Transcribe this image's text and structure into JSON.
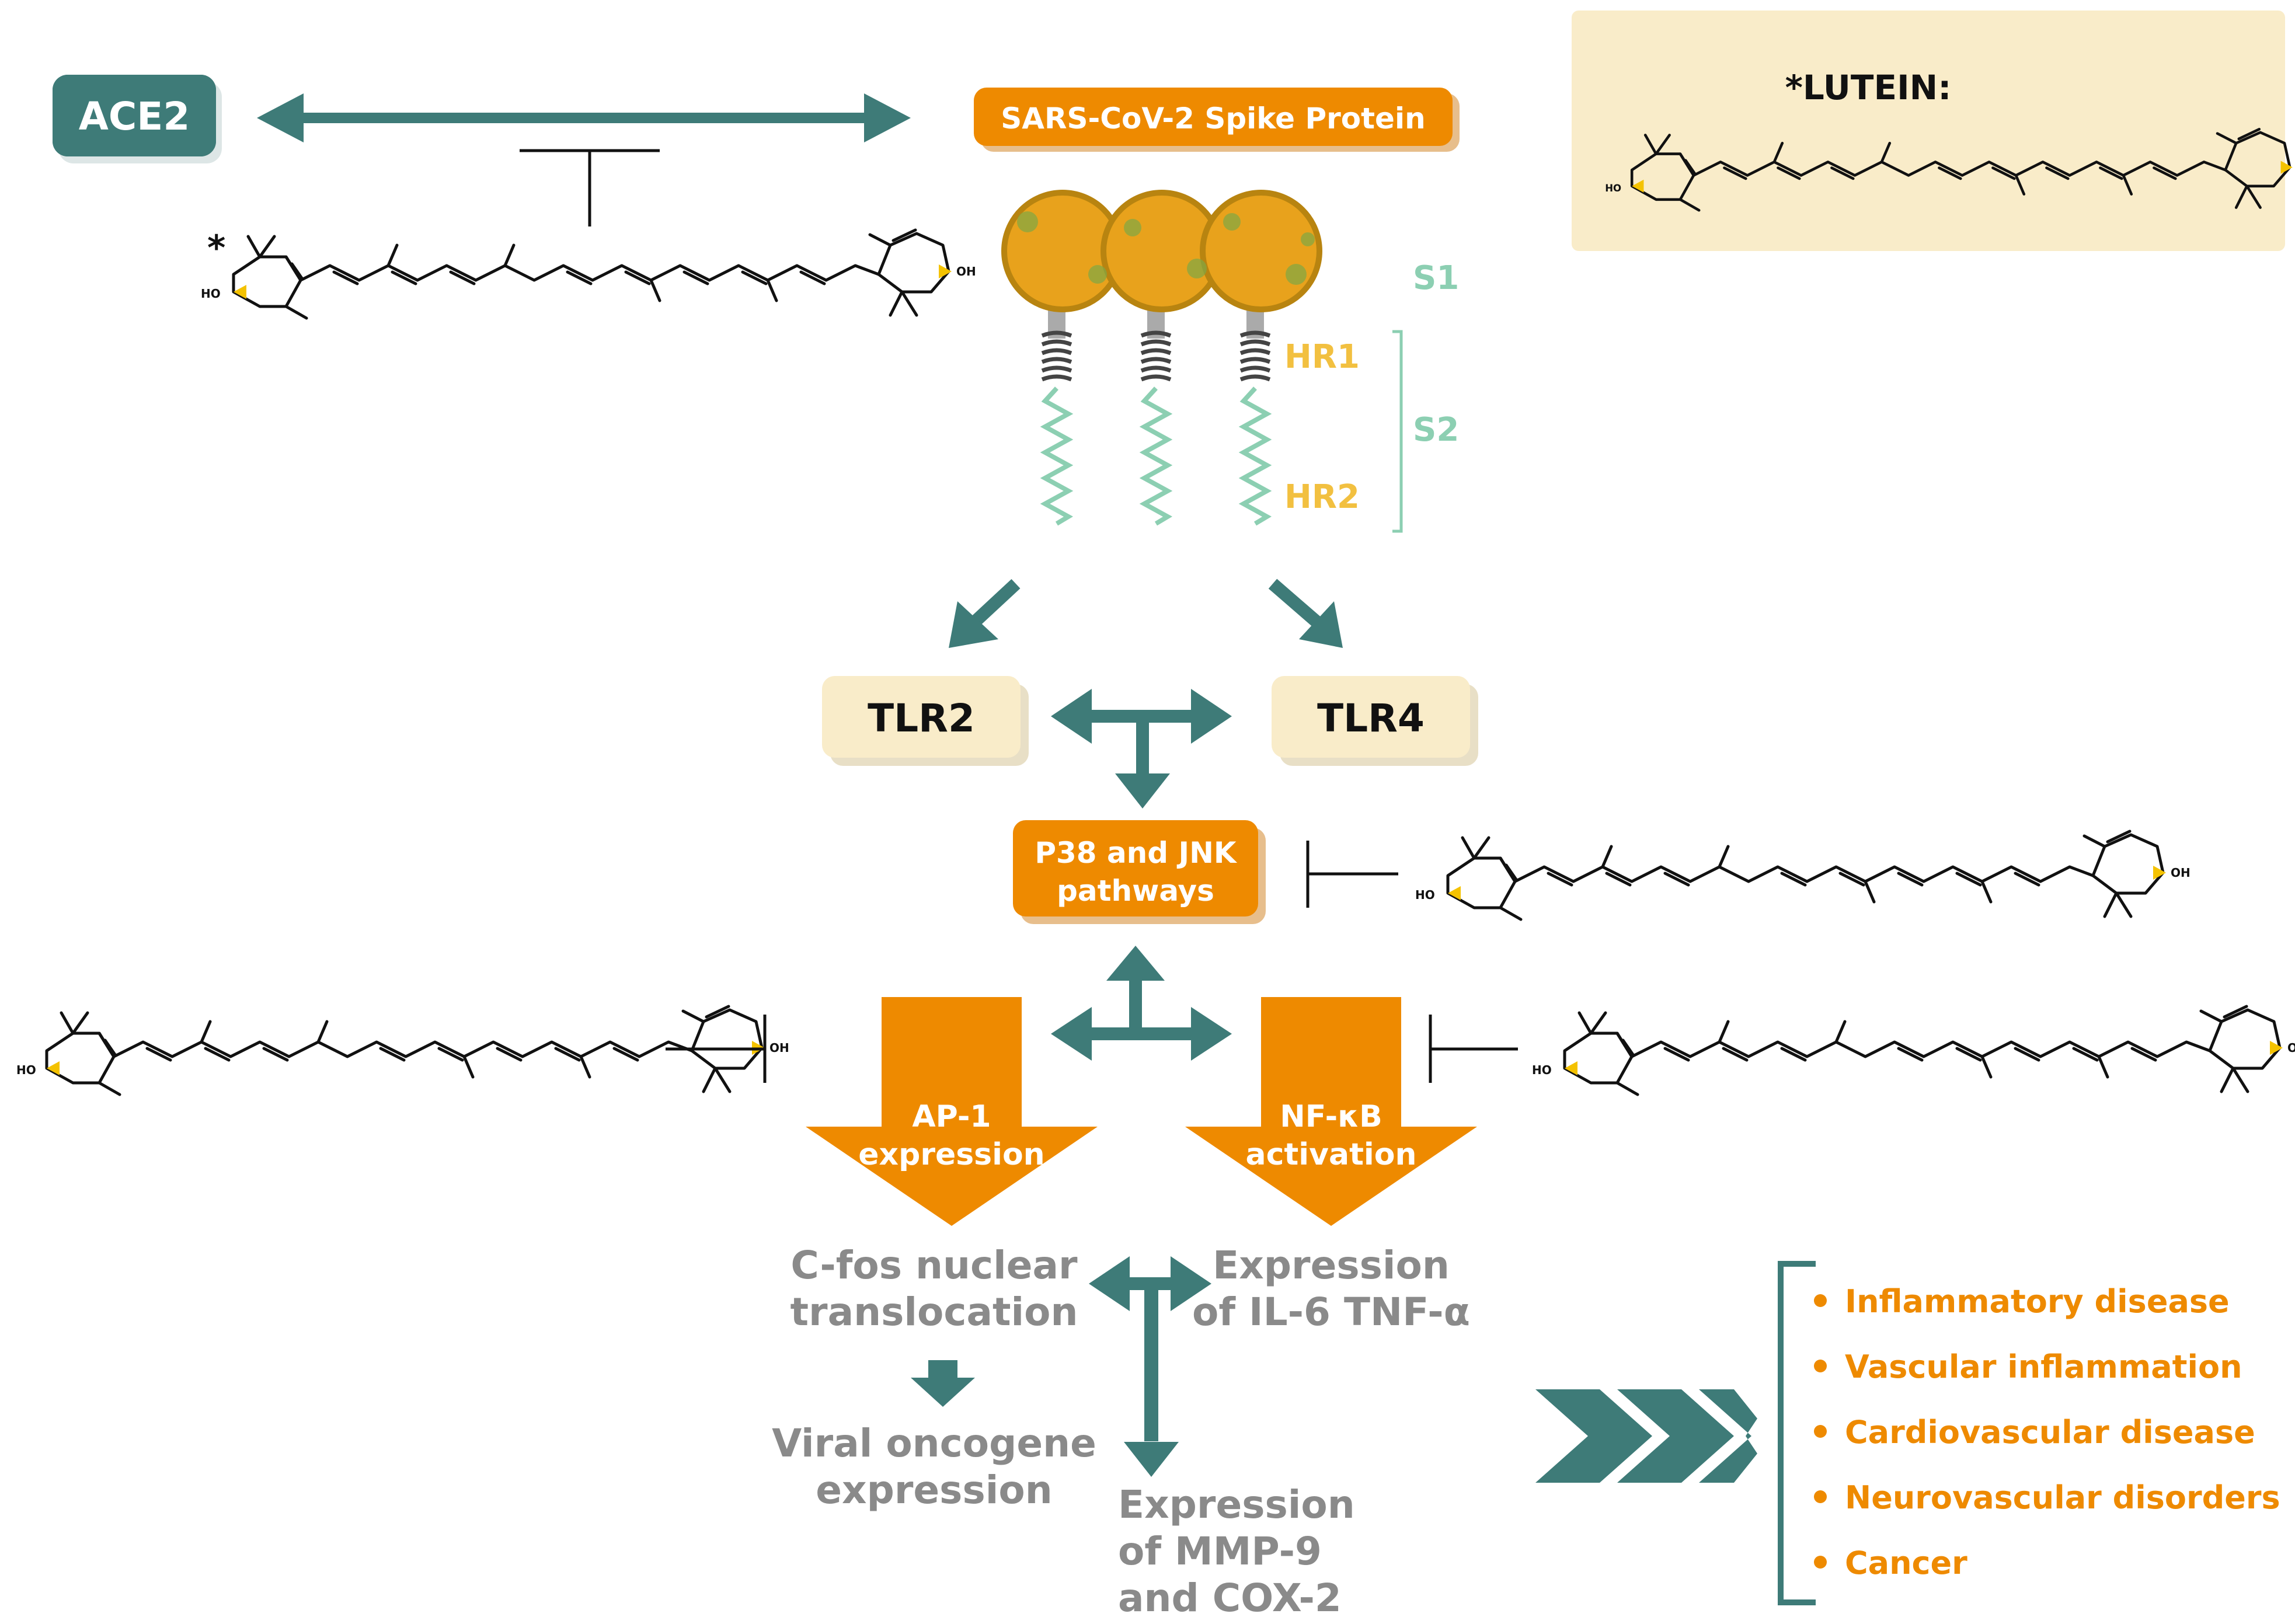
{
  "nodes": {
    "ace2": "ACE2",
    "spike": "SARS-CoV-2 Spike Protein",
    "tlr2": "TLR2",
    "tlr4": "TLR4",
    "p38_line1": "P38 and JNK",
    "p38_line2": "pathways",
    "ap1_line1": "AP-1",
    "ap1_line2": "expression",
    "nfkb_line1": "NF-κB",
    "nfkb_line2": "activation"
  },
  "spike_labels": {
    "s1": "S1",
    "s2": "S2",
    "hr1": "HR1",
    "hr2": "HR2"
  },
  "outcomes": {
    "cfos_line1": "C-fos nuclear",
    "cfos_line2": "translocation",
    "onco_line1": "Viral oncogene",
    "onco_line2": "expression",
    "il6_line1": "Expression",
    "il6_line2": "of IL-6 TNF-α",
    "mmp_line1": "Expression",
    "mmp_line2": "of MMP-9",
    "mmp_line3": "and COX-2"
  },
  "lutein_box": {
    "title": "*LUTEIN:"
  },
  "molecule": {
    "marker": "*",
    "ho": "HO",
    "oh": "OH"
  },
  "diseases": [
    "Inflammatory disease",
    "Vascular inflammation",
    "Cardiovascular disease",
    "Neurovascular disorders",
    "Cancer"
  ],
  "colors": {
    "teal": "#3e7b78",
    "orange": "#ee8a00",
    "cream": "#f9ecc9",
    "grey_text": "#8a8a8a",
    "spike_teal": "#8ccfb2",
    "spike_yellow": "#f2c040"
  }
}
